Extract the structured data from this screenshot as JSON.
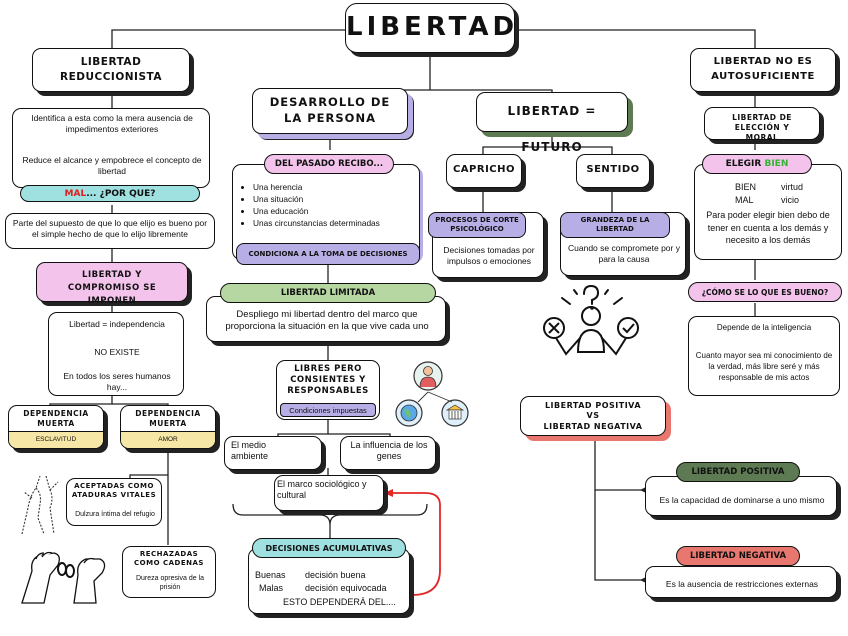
{
  "title": "LIBERTAD",
  "left": {
    "reduccionista": "LIBERTAD REDUCCIONISTA",
    "reduc_text1": "Identifica a esta como la mera ausencia de impedimentos exteriores",
    "reduc_text2": "Reduce el alcance y empobrece el concepto de libertad",
    "mal_word": "MAL",
    "mal_question": "... ¿POR QUE?",
    "supuesto": "Parte del supuesto de que lo que elijo es bueno por el simple hecho de que lo elijo libremente",
    "compromiso": "LIBERTAD Y COMPROMISO SE IMPONEN",
    "independencia": "Libertad = independencia",
    "no_existe": "NO EXISTE",
    "todos": "En todos los seres humanos hay...",
    "dep1_title": "DEPENDENCIA MUERTA",
    "dep1_sub": "ESCLAVITUD",
    "dep2_title": "DEPENDENCIA MUERTA",
    "dep2_sub": "AMOR",
    "aceptadas_title": "ACEPTADAS COMO ATADURAS VITALES",
    "aceptadas_text": "Dulzura íntima del refugio",
    "rechazadas_title": "RECHAZADAS COMO CADENAS",
    "rechazadas_text": "Dureza opresiva de la prisión"
  },
  "center": {
    "desarrollo": "DESARROLLO DE LA PERSONA",
    "pasado": "DEL PASADO RECIBO...",
    "pasado_items": [
      "Una herencia",
      "Una situación",
      "Una educación",
      "Unas circunstancias determinadas"
    ],
    "condiciona": "CONDICIONA A LA TOMA DE DECISIONES",
    "limitada": "LIBERTAD LIMITADA",
    "limitada_text": "Despliego mi libertad dentro del marco que proporciona la situación en la que vive cada uno",
    "libres": "LIBRES PERO CONSIENTES Y RESPONSABLES",
    "condiciones": "Condiciones impuestas",
    "medio": "El medio ambiente",
    "influencia": "La influencia de los genes",
    "marco": "El marco sociológico y cultural",
    "decisiones": "DECISIONES ACUMULATIVAS",
    "buenas_label": "Buenas",
    "buenas_value": "decisión buena",
    "malas_label": "Malas",
    "malas_value": "decisión equivocada",
    "dependera": "ESTO DEPENDERÁ DEL...."
  },
  "futuro": {
    "title": "LIBERTAD = FUTURO",
    "capricho": "CAPRICHO",
    "sentido": "SENTIDO",
    "procesos": "PROCESOS DE CORTE PSICOLÓGICO",
    "procesos_text": "Decisiones tomadas por impulsos o emociones",
    "grandeza": "GRANDEZA DE LA LIBERTAD",
    "grandeza_text": "Cuando se compromete por y para la causa"
  },
  "right": {
    "no_auto": "LIBERTAD NO ES AUTOSUFICIENTE",
    "eleccion": "LIBERTAD DE ELECCIÓN Y MORAL",
    "elegir": "ELEGIR",
    "bien_word": "BIEN",
    "bien_label": "BIEN",
    "bien_value": "virtud",
    "mal_label": "MAL",
    "mal_value": "vicio",
    "elegir_text": "Para poder elegir bien debo de tener en cuenta a los demás y necesito a los demás",
    "como": "¿CÓMO SE LO QUE ES BUENO?",
    "depende": "Depende de la inteligencia",
    "cuanto": "Cuanto mayor sea mi conocimiento de la verdad, más libre seré y más responsable de mis actos",
    "pos_vs_neg1": "LIBERTAD POSITIVA",
    "pos_vs_neg2": "VS",
    "pos_vs_neg3": "LIBERTAD NEGATIVA",
    "positiva": "LIBERTAD POSITIVA",
    "positiva_text": "Es la capacidad de dominarse a uno mismo",
    "negativa": "LIBERTAD NEGATIVA",
    "negativa_text": "Es la ausencia de restricciones externas"
  },
  "colors": {
    "purple": "#b8aee6",
    "teal": "#9fe0e0",
    "pink": "#f3c3ec",
    "green": "#b7d7a2",
    "yellow": "#f7e7a6",
    "darkgreen": "#5d7a52",
    "red": "#e7776f",
    "bien_green": "#31b531",
    "mal_red": "#e21d1d"
  }
}
